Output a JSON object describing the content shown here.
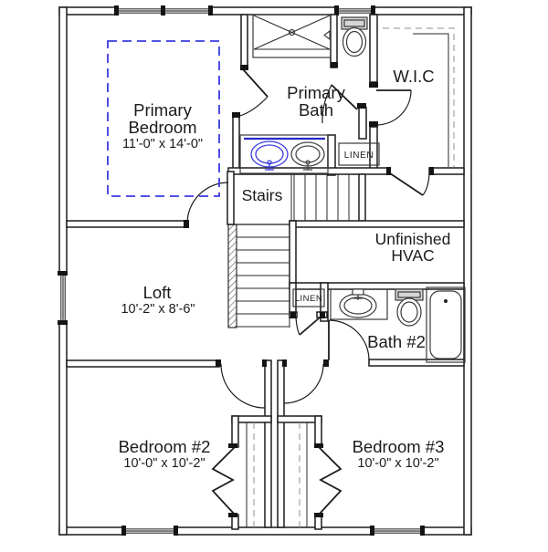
{
  "plan": {
    "rooms": {
      "primary_bedroom": {
        "name_line1": "Primary",
        "name_line2": "Bedroom",
        "dims": "11'-0\" x 14'-0\""
      },
      "primary_bath": {
        "name_line1": "Primary",
        "name_line2": "Bath"
      },
      "wic": {
        "name": "W.I.C"
      },
      "linen_upper": {
        "name": "LINEN"
      },
      "stairs": {
        "name": "Stairs"
      },
      "hvac": {
        "name_line1": "Unfinished",
        "name_line2": "HVAC"
      },
      "loft": {
        "name": "Loft",
        "dims": "10'-2\" x 8'-6\""
      },
      "linen_lower": {
        "name": "LINEN"
      },
      "bath2": {
        "name": "Bath #2"
      },
      "bedroom2": {
        "name": "Bedroom #2",
        "dims": "10'-0\" x 10'-2\""
      },
      "bedroom3": {
        "name": "Bedroom #3",
        "dims": "10'-0\" x 10'-2\""
      }
    },
    "colors": {
      "wall": "#1c1c1c",
      "highlight_blue": "#3a3ae0",
      "counter_blue": "#2626cc",
      "sink_gray": "#474747"
    }
  }
}
